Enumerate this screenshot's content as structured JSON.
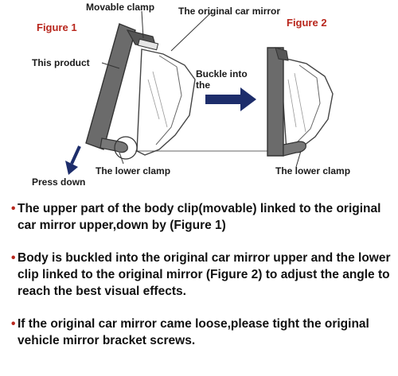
{
  "figure1": {
    "title": "Figure 1",
    "label_movable_clamp": "Movable clamp",
    "label_original_mirror": "The original car mirror",
    "label_product": "This product",
    "label_lower_clamp": "The lower clamp",
    "label_press_down": "Press down"
  },
  "figure2": {
    "title": "Figure 2",
    "label_buckle": "Buckle into the",
    "label_lower_clamp": "The lower clamp"
  },
  "notes": [
    {
      "bullet": "•",
      "text": "The upper part of the body clip(movable) linked to the original car mirror upper,down by (Figure 1)"
    },
    {
      "bullet": "•",
      "text": "Body is buckled into the original car mirror upper and the lower clip linked to the original mirror (Figure 2) to adjust the angle to reach the best visual effects."
    },
    {
      "bullet": "•",
      "text": "If the original car mirror came loose,please tight the original vehicle mirror bracket screws."
    }
  ],
  "colors": {
    "accent_red": "#b8261c",
    "arrow_navy": "#1d2d6b",
    "product_gray": "#6b6b6b"
  }
}
